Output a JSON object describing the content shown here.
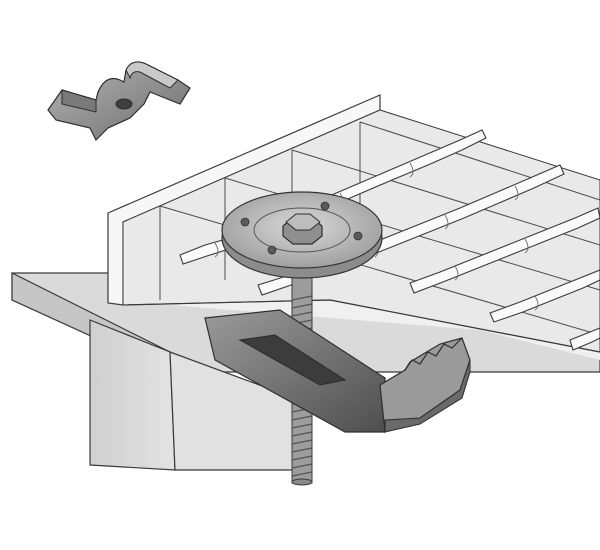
{
  "diagram": {
    "parts": [
      {
        "id": "saddle-clip",
        "icon": "saddle-clip-icon"
      },
      {
        "id": "grating-panel",
        "icon": "grating-panel-icon"
      },
      {
        "id": "twisted-cross-bars",
        "icon": "twisted-bar-icon"
      },
      {
        "id": "round-washer-plate",
        "icon": "washer-icon"
      },
      {
        "id": "hex-bolt",
        "icon": "hex-bolt-icon"
      },
      {
        "id": "threaded-rod",
        "icon": "threaded-rod-icon"
      },
      {
        "id": "underside-clamp",
        "icon": "clamp-icon"
      },
      {
        "id": "support-beam",
        "icon": "beam-icon"
      }
    ],
    "colors": {
      "background": "#ffffff",
      "outline": "#3a3a3a",
      "steel_light": "#e6e6e6",
      "steel_mid": "#c9c9c9",
      "steel_dark": "#8a8a8a",
      "clamp_dark": "#5e5e5e"
    }
  }
}
